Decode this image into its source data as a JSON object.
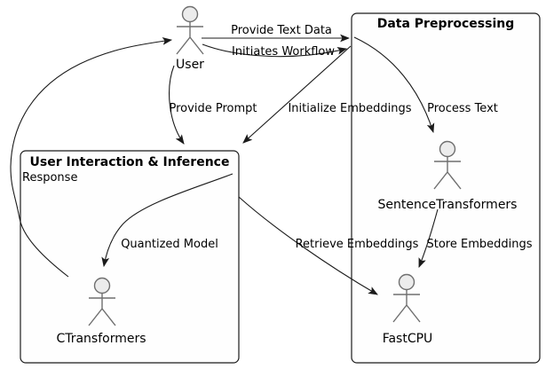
{
  "colors": {
    "bg": "#ffffff",
    "line": "#1b1b1b",
    "text": "#000000",
    "actor_stroke": "#6f6f6f",
    "actor_head_fill": "#ececec",
    "box_fill": "#fefefe"
  },
  "diagram": {
    "type": "actor-workflow-diagram",
    "boxes": [
      {
        "title": "Data Preprocessing"
      },
      {
        "title": "User Interaction & Inference"
      }
    ],
    "actors": [
      {
        "label": "User"
      },
      {
        "label": "SentenceTransformers"
      },
      {
        "label": "CTransformers"
      },
      {
        "label": "FastCPU"
      }
    ],
    "edges": [
      {
        "label": "Provide Text Data",
        "from": "User",
        "to": "Data Preprocessing"
      },
      {
        "label": "Initiates Workflow",
        "from": "User",
        "to": "Data Preprocessing"
      },
      {
        "label": "Initialize Embeddings",
        "from": "Data Preprocessing",
        "to": "User Interaction & Inference"
      },
      {
        "label": "Provide Prompt",
        "from": "User",
        "to": "User Interaction & Inference"
      },
      {
        "label": "Process Text",
        "from": "Data Preprocessing",
        "to": "SentenceTransformers"
      },
      {
        "label": "Response",
        "from": "User Interaction & Inference",
        "to": "User"
      },
      {
        "label": "Quantized Model",
        "from": "User Interaction & Inference",
        "to": "CTransformers"
      },
      {
        "label": "Retrieve Embeddings",
        "from": "User Interaction & Inference",
        "to": "FastCPU"
      },
      {
        "label": "Store Embeddings",
        "from": "SentenceTransformers",
        "to": "FastCPU"
      }
    ]
  }
}
